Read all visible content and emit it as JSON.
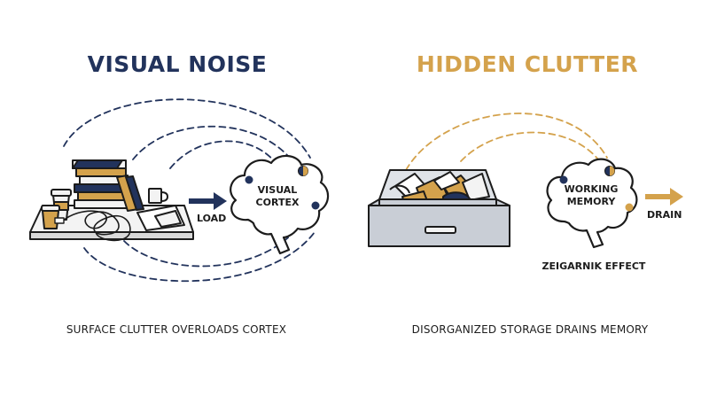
{
  "colors": {
    "navy": "#22335c",
    "gold": "#d4a24c",
    "ink": "#1c1c1c",
    "paper": "#f3f3f3",
    "steel": "#c9ced6"
  },
  "left": {
    "title": "VISUAL NOISE",
    "brain_label_line1": "VISUAL",
    "brain_label_line2": "CORTEX",
    "arrow_label": "LOAD",
    "caption": "SURFACE CLUTTER OVERLOADS CORTEX",
    "illustration": "cluttered-desk"
  },
  "right": {
    "title": "HIDDEN CLUTTER",
    "brain_label_line1": "WORKING",
    "brain_label_line2": "MEMORY",
    "arrow_label": "DRAIN",
    "effect_label": "ZEIGARNIK EFFECT",
    "caption": "DISORGANIZED STORAGE DRAINS MEMORY",
    "illustration": "messy-drawer"
  }
}
